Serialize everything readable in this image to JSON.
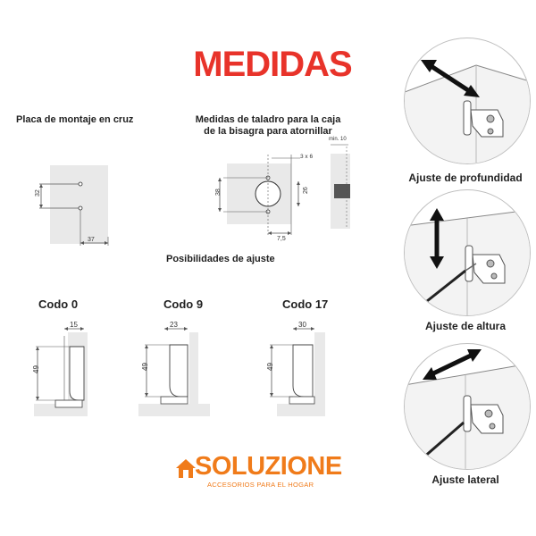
{
  "title": "MEDIDAS",
  "mounting_plate": {
    "label": "Placa de montaje en cruz",
    "dim_vertical": "32",
    "dim_horizontal": "37"
  },
  "drilling": {
    "label_line1": "Medidas de taladro para la caja",
    "label_line2": "de la bisagra para atornillar",
    "dim_hole_spec": "3 x 6",
    "dim_height_left": "38",
    "dim_height_right": "26",
    "dim_offset": "7,5",
    "dim_min": "min. 10"
  },
  "adjust_possibilities": "Posibilidades de ajuste",
  "codos": [
    {
      "label": "Codo 0",
      "dim_top": "15",
      "dim_side": "49"
    },
    {
      "label": "Codo 9",
      "dim_top": "23",
      "dim_side": "49"
    },
    {
      "label": "Codo 17",
      "dim_top": "30",
      "dim_side": "49"
    }
  ],
  "adjustments": [
    {
      "caption": "Ajuste de profundidad",
      "icon": "depth-arrow-icon"
    },
    {
      "caption": "Ajuste de altura",
      "icon": "height-arrow-icon"
    },
    {
      "caption": "Ajuste lateral",
      "icon": "lateral-arrow-icon"
    }
  ],
  "logo": {
    "name": "SOLUZIONE",
    "tagline": "ACCESORIOS PARA EL HOGAR",
    "color": "#f07b1a"
  },
  "colors": {
    "title": "#e8332a",
    "panel": "#e9e9e9",
    "dim_line": "#555555"
  }
}
